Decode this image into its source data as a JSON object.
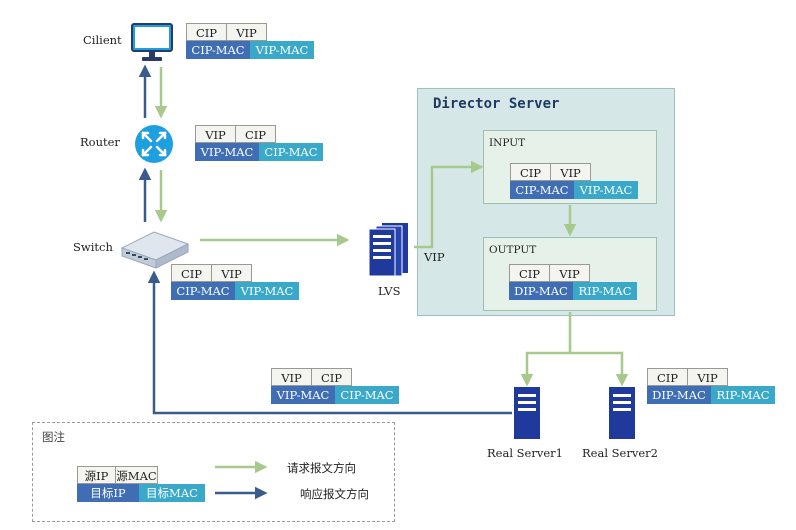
{
  "nodes": {
    "client": "Cilient",
    "router": "Router",
    "switch": "Switch",
    "lvs": "LVS",
    "vip": "VIP",
    "rs1": "Real Server1",
    "rs2": "Real Server2"
  },
  "director": {
    "title": "Director Server",
    "input": "INPUT",
    "output": "OUTPUT"
  },
  "packets": {
    "client": {
      "src": "CIP",
      "dst": "VIP",
      "srcmac": "CIP-MAC",
      "dstmac": "VIP-MAC"
    },
    "router": {
      "src": "VIP",
      "dst": "CIP",
      "srcmac": "VIP-MAC",
      "dstmac": "CIP-MAC"
    },
    "switch": {
      "src": "CIP",
      "dst": "VIP",
      "srcmac": "CIP-MAC",
      "dstmac": "VIP-MAC"
    },
    "input": {
      "src": "CIP",
      "dst": "VIP",
      "srcmac": "CIP-MAC",
      "dstmac": "VIP-MAC"
    },
    "output": {
      "src": "CIP",
      "dst": "VIP",
      "srcmac": "DIP-MAC",
      "dstmac": "RIP-MAC"
    },
    "response": {
      "src": "VIP",
      "dst": "CIP",
      "srcmac": "VIP-MAC",
      "dstmac": "CIP-MAC"
    },
    "realserver": {
      "src": "CIP",
      "dst": "VIP",
      "srcmac": "DIP-MAC",
      "dstmac": "RIP-MAC"
    }
  },
  "legend": {
    "title": "图注",
    "src_ip": "源IP",
    "src_mac": "源MAC",
    "dst_ip": "目标IP",
    "dst_mac": "目标MAC",
    "request": "请求报文方向",
    "response": "响应报文方向"
  },
  "colors": {
    "request_arrow": "#a8c98c",
    "response_arrow": "#3a5c8c",
    "ip_cell": "#3f6eb5",
    "mac_cell": "#3aa8c9",
    "director_bg": "#d5e7e7",
    "server_blue": "#1f3a9c"
  }
}
